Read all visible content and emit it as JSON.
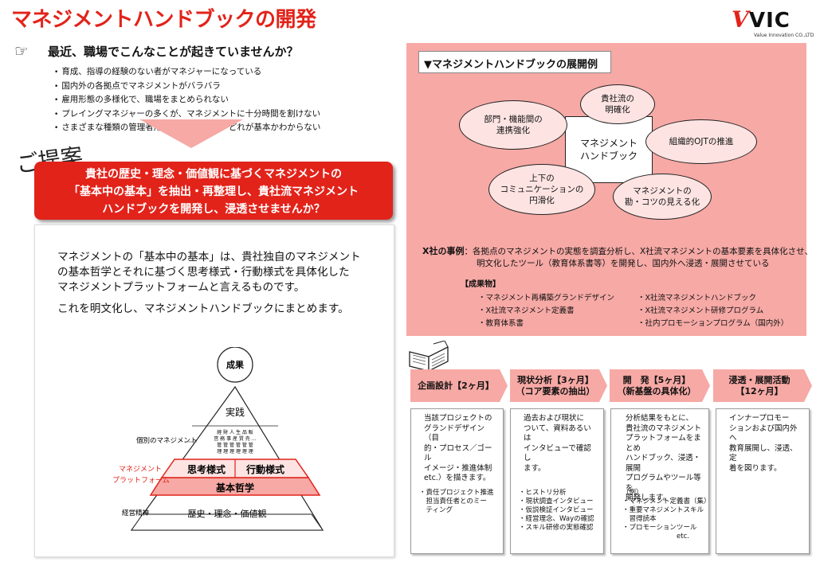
{
  "title": "マネジメントハンドブックの開発",
  "logo": {
    "mark": "V",
    "name": "VIC",
    "tagline": "Value Innovation CO.,LTD"
  },
  "question": {
    "icon": "pointing-hand-icon",
    "text": "最近、職場でこんなことが起きていませんか？"
  },
  "problems": [
    "育成、指導の経験のない者がマネジャーになっている",
    "国内外の各拠点でマネジメントがバラバラ",
    "雇用形態の多様化で、職場をまとめられない",
    "プレイングマネジャーの多くが、マネジメントに十分時間を割けない",
    "さまざまな種類の管理者用ガイドが出回り、どれが基本かわからない"
  ],
  "proposal_label": "ご提案",
  "proposal_lines": [
    "貴社の歴史・理念・価値観に基づくマネジメントの",
    "「基本中の基本」を抽出・再整理し、貴社流マネジメント",
    "ハンドブックを開発し、浸透させませんか？"
  ],
  "explanation": {
    "lines": [
      "マネジメントの「基本中の基本」は、貴社独自のマネジメント",
      "の基本哲学とそれに基づく思考様式・行動様式を具体化した",
      "マネジメントプラットフォームと言えるものです。"
    ],
    "line2": "これを明文化し、マネジメントハンドブックにまとめます。"
  },
  "pyramid": {
    "top": "成果",
    "practice": "実践",
    "individual_cols": [
      "経営管理",
      "財務管理",
      "人事管理",
      "生産管理",
      "品質管理",
      "販売管理",
      "…"
    ],
    "individual_label": "個別のマネジメント",
    "platform_label_1": "マネジメント",
    "platform_label_2": "プラットフォーム",
    "thinking": "思考様式",
    "action": "行動様式",
    "philosophy": "基本哲学",
    "spirit_label": "経営精神",
    "base": "歴史・理念・価値観"
  },
  "deployment": {
    "title": "▼マネジメントハンドブックの展開例",
    "center": [
      "マネジメント",
      "ハンドブック"
    ],
    "ellipses": [
      {
        "lines": [
          "貴社流の",
          "明確化"
        ]
      },
      {
        "lines": [
          "部門・機能間の",
          "連携強化"
        ]
      },
      {
        "lines": [
          "組織的OJTの推進"
        ]
      },
      {
        "lines": [
          "上下の",
          "コミュニケーションの",
          "円滑化"
        ]
      },
      {
        "lines": [
          "マネジメントの",
          "勘・コツの見える化"
        ]
      }
    ]
  },
  "case": {
    "label": "X社の事例",
    "text1": "：各拠点のマネジメントの実態を調査分析し、X社流マネジメントの基本要素を具体化させ、",
    "text2": "明文化したツール（教育体系書等）を開発し、国内外へ浸透・展開させている",
    "outputs_label": "【成果物】",
    "outputs": [
      "・マネジメント再構築グランドデザイン",
      "・X社流マネジメントハンドブック",
      "・X社流マネジメント定義書",
      "・X社流マネジメント研修プログラム",
      "・教育体系書",
      "・社内プロモーションプログラム（国内外）"
    ]
  },
  "steps": [
    {
      "title": "企画設計【2ヶ月】",
      "title2": "",
      "desc": [
        "当該プロジェクトの",
        "グランドデザイン（目",
        "的・プロセス／ゴール",
        "イメージ・推進体制",
        "etc.）を描きます。"
      ],
      "sub": [
        "・責任プロジェクト推進",
        "　担当責任者とのミー",
        "　ティング"
      ]
    },
    {
      "title": "現状分析【3ヶ月】",
      "title2": "（コア要素の抽出）",
      "desc": [
        "過去および現状に",
        "ついて、資料あるいは",
        "インタビューで確認し",
        "ます。"
      ],
      "sub": [
        "・ヒストリ分析",
        "・現状調査インタビュー",
        "・仮説検証インタビュー",
        "・経営理念、Wayの確認",
        "・スキル研修の実態確認"
      ]
    },
    {
      "title": "開　発【5ヶ月】",
      "title2": "（新基盤の具体化）",
      "desc": [
        "分析結果をもとに、",
        "貴社流のマネジメント",
        "プラットフォームをまとめ",
        "ハンドブック、浸透・展開",
        "プログラムやツール等を",
        "開発します。"
      ],
      "sub": [
        "（例）",
        "・マネジメント定義書（集）",
        "・重要マネジメントスキル",
        "　習得読本",
        "・プロモーションツール",
        "　　　　　　　　etc."
      ]
    },
    {
      "title": "浸透・展開活動",
      "title2": "【12ヶ月】",
      "desc": [
        "インナープロモー",
        "ションおよび国内外へ",
        "教育展開し、浸透、定",
        "着を図ります。"
      ],
      "sub": []
    }
  ],
  "colors": {
    "accent": "#e2231a",
    "pink": "#f6a9a5",
    "pale_pink": "#fde4e3"
  }
}
